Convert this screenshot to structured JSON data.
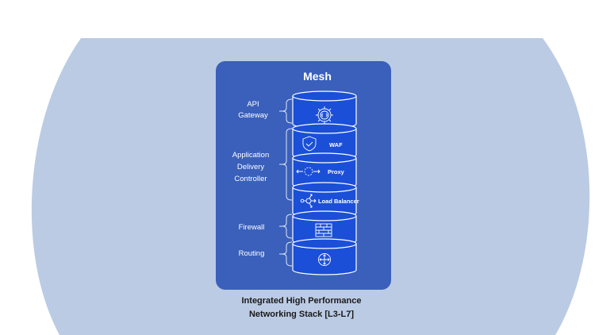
{
  "title": "Mesh",
  "groups": [
    {
      "label_lines": [
        "API",
        "Gateway"
      ]
    },
    {
      "label_lines": [
        "Application",
        "Delivery",
        "Controller"
      ]
    },
    {
      "label_lines": [
        "Firewall"
      ]
    },
    {
      "label_lines": [
        "Routing"
      ]
    }
  ],
  "segments": [
    {
      "icon": "gear-code-icon",
      "label": ""
    },
    {
      "icon": "shield-check-icon",
      "label": "WAF"
    },
    {
      "icon": "proxy-arrows-icon",
      "label": "Proxy"
    },
    {
      "icon": "load-balancer-icon",
      "label": "Load Balancer"
    },
    {
      "icon": "brick-wall-icon",
      "label": ""
    },
    {
      "icon": "router-icon",
      "label": ""
    }
  ],
  "caption": [
    "Integrated High Performance",
    "Networking Stack [L3-L7]"
  ],
  "colors": {
    "background_shape": "#bccbe4",
    "panel": "#3a60bb",
    "cylinder": "#1b4fd8"
  }
}
